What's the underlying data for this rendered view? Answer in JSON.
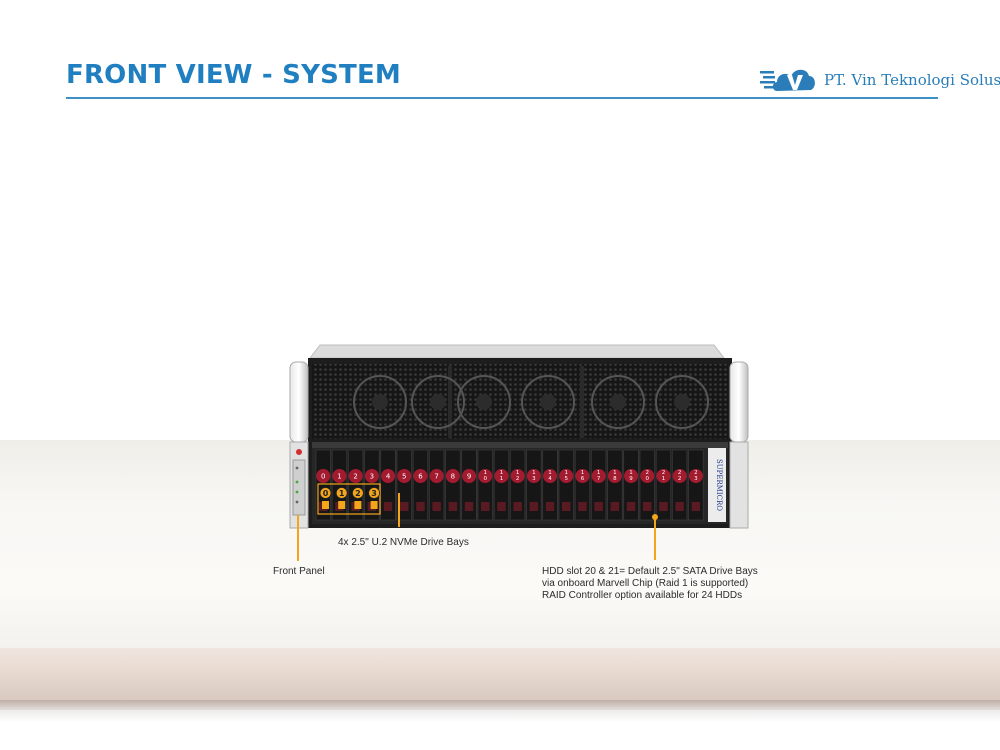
{
  "header": {
    "title": "FRONT VIEW - SYSTEM",
    "company": "PT. Vin Teknologi Solusi",
    "logo_icon": "cloud-v-icon"
  },
  "colors": {
    "title": "#1f7fc1",
    "accent": "#f3a51c",
    "bay_number": "#a31b2e"
  },
  "server": {
    "brand": "SUPERMICRO",
    "drive_bays": [
      {
        "label": "0"
      },
      {
        "label": "1"
      },
      {
        "label": "2"
      },
      {
        "label": "3"
      },
      {
        "label": "4"
      },
      {
        "label": "5"
      },
      {
        "label": "6"
      },
      {
        "label": "7"
      },
      {
        "label": "8"
      },
      {
        "label": "9"
      },
      {
        "label": "1\n0"
      },
      {
        "label": "1\n1"
      },
      {
        "label": "1\n2"
      },
      {
        "label": "1\n3"
      },
      {
        "label": "1\n4"
      },
      {
        "label": "1\n5"
      },
      {
        "label": "1\n6"
      },
      {
        "label": "1\n7"
      },
      {
        "label": "1\n8"
      },
      {
        "label": "1\n9"
      },
      {
        "label": "2\n0"
      },
      {
        "label": "2\n1"
      },
      {
        "label": "2\n2"
      },
      {
        "label": "2\n3"
      }
    ],
    "nvme_labels": [
      "0",
      "1",
      "2",
      "3"
    ]
  },
  "annotations": {
    "nvme": "4x 2.5\" U.2 NVMe Drive Bays",
    "front_panel": "Front Panel",
    "hdd_lines": [
      "HDD slot 20 & 21= Default 2.5\" SATA Drive Bays",
      "via onboard Marvell Chip (Raid 1 is supported)",
      "RAID Controller option available for 24 HDDs"
    ]
  }
}
